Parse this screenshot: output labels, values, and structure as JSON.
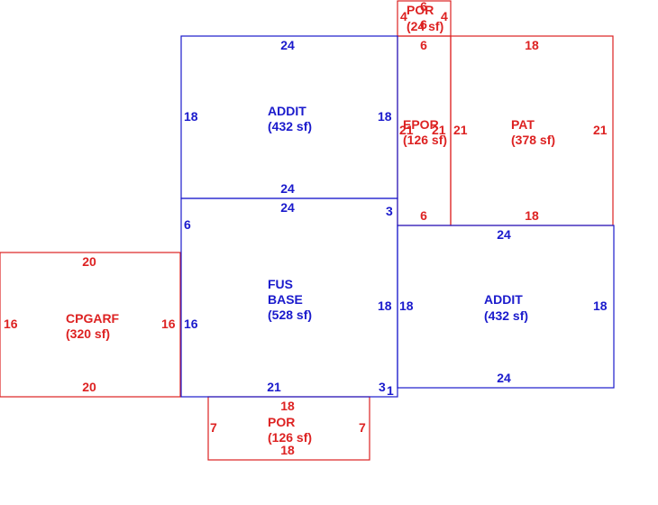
{
  "colors": {
    "blue": "#1a1acc",
    "red": "#dd2222"
  },
  "areas": [
    {
      "id": "addit-upper",
      "name": "ADDIT",
      "area": "(432 sf)",
      "color": "blue",
      "dims": {
        "top": "24",
        "bottom": "24",
        "left": "18",
        "right": "18"
      }
    },
    {
      "id": "fus-base",
      "name1": "FUS",
      "name2": "BASE",
      "area": "(528 sf)",
      "color": "blue",
      "dims": {
        "top": "24",
        "left_upper": "6",
        "left": "16",
        "right": "18",
        "right_upper": "3",
        "bottom": "21",
        "bottom_right": "3",
        "bottom_corner": "1"
      }
    },
    {
      "id": "addit-lower",
      "name": "ADDIT",
      "area": "(432 sf)",
      "color": "blue",
      "dims": {
        "top": "24",
        "bottom": "24",
        "left": "18",
        "right": "18"
      }
    },
    {
      "id": "cpgarf",
      "name": "CPGARF",
      "area": "(320 sf)",
      "color": "red",
      "dims": {
        "top": "20",
        "bottom": "20",
        "left": "16",
        "right": "16"
      }
    },
    {
      "id": "epor",
      "name": "EPOR",
      "area": "(126 sf)",
      "color": "red",
      "dims": {
        "top": "6",
        "bottom": "6",
        "left": "21",
        "right": "21"
      }
    },
    {
      "id": "pat",
      "name": "PAT",
      "area": "(378 sf)",
      "color": "red",
      "dims": {
        "top": "18",
        "bottom": "18",
        "left": "21",
        "right": "21"
      }
    },
    {
      "id": "por-top",
      "name": "POR",
      "area": "(24 sf)",
      "color": "red",
      "dims": {
        "top": "6",
        "bottom": "6",
        "left": "4",
        "right": "4"
      }
    },
    {
      "id": "por-bottom",
      "name": "POR",
      "area": "(126 sf)",
      "color": "red",
      "dims": {
        "top": "18",
        "bottom": "18",
        "left": "7",
        "right": "7"
      }
    }
  ]
}
